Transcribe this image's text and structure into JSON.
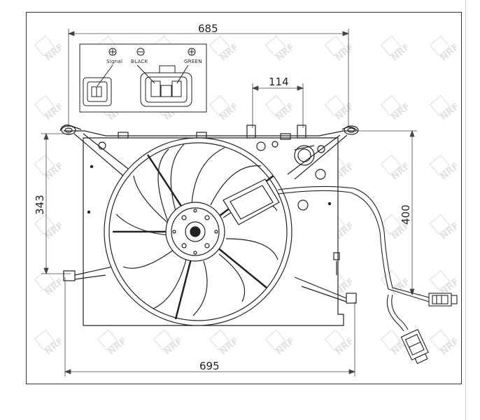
{
  "drawing": {
    "dimensions": {
      "top_width": "685",
      "bottom_width": "695",
      "left_height": "343",
      "right_height": "400",
      "bracket_spacing": "114"
    },
    "connector": {
      "pins": [
        "Signal",
        "BLACK",
        "GREEN"
      ],
      "pin_symbols": [
        "plus",
        "minus",
        "plus"
      ]
    },
    "watermark_text": "NRF"
  }
}
